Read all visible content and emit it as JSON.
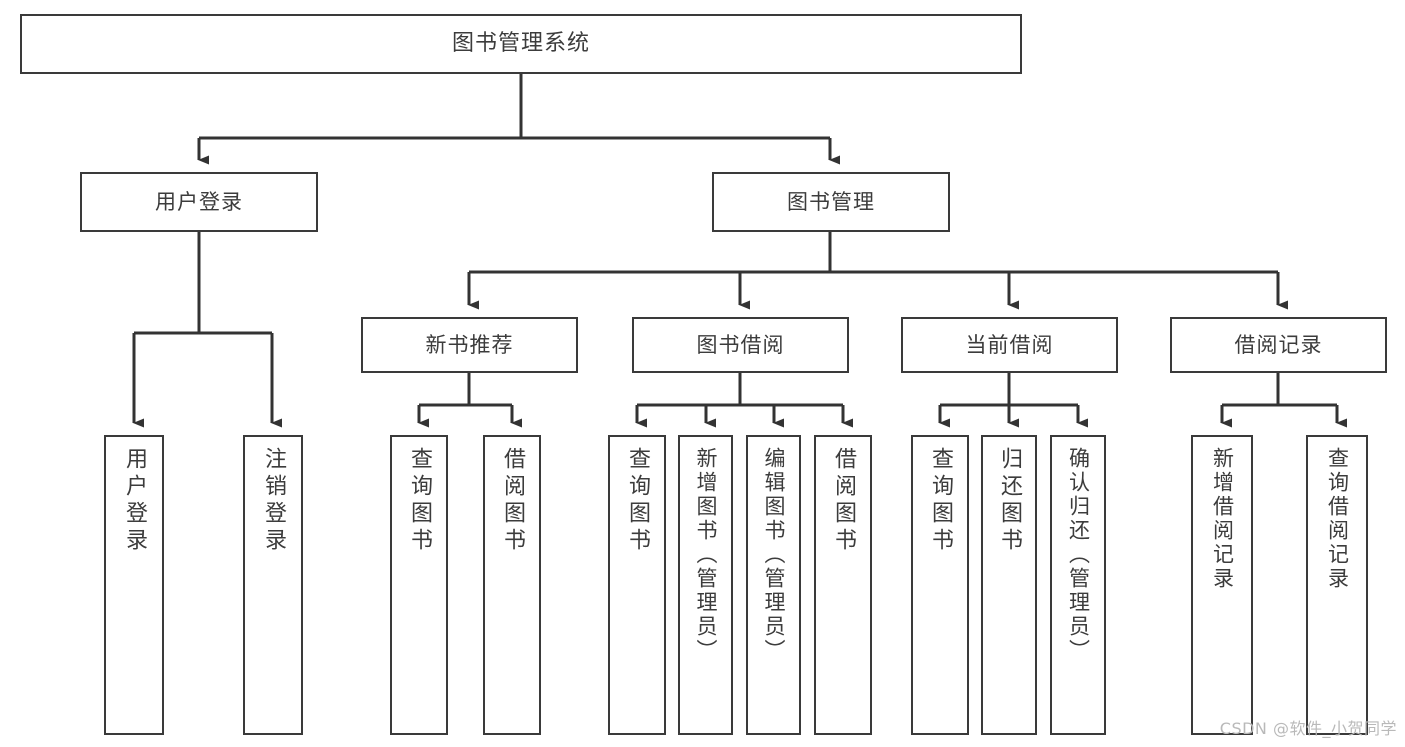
{
  "diagram": {
    "type": "tree",
    "title": "图书管理系统",
    "watermark": "CSDN @软件_小贺同学",
    "colors": {
      "box_border": "#3a3a3a",
      "box_fill": "#ffffff",
      "text": "#3c3c3c",
      "edge": "#333333",
      "watermark": "#b9b9b9",
      "background": "#ffffff"
    },
    "nodes": {
      "root": {
        "label": "图书管理系统"
      },
      "level1": [
        {
          "id": "user-login",
          "label": "用户登录"
        },
        {
          "id": "book-manage",
          "label": "图书管理"
        }
      ],
      "level2": [
        {
          "id": "new-book-recommend",
          "label": "新书推荐"
        },
        {
          "id": "book-borrow",
          "label": "图书借阅"
        },
        {
          "id": "current-borrow",
          "label": "当前借阅"
        },
        {
          "id": "borrow-record",
          "label": "借阅记录"
        }
      ],
      "leaves": {
        "user_login": [
          {
            "id": "leaf-user-login",
            "label": "用户登录"
          },
          {
            "id": "leaf-logout-login",
            "label": "注销登录"
          }
        ],
        "new_book_recommend": [
          {
            "id": "leaf-query-book-1",
            "label": "查询图书"
          },
          {
            "id": "leaf-borrow-book-1",
            "label": "借阅图书"
          }
        ],
        "book_borrow": [
          {
            "id": "leaf-query-book-2",
            "label": "查询图书"
          },
          {
            "id": "leaf-add-book-admin",
            "label": "新增图书（管理员）"
          },
          {
            "id": "leaf-edit-book-admin",
            "label": "编辑图书（管理员）"
          },
          {
            "id": "leaf-borrow-book-2",
            "label": "借阅图书"
          }
        ],
        "current_borrow": [
          {
            "id": "leaf-query-book-3",
            "label": "查询图书"
          },
          {
            "id": "leaf-return-book",
            "label": "归还图书"
          },
          {
            "id": "leaf-confirm-return-admin",
            "label": "确认归还（管理员）"
          }
        ],
        "borrow_record": [
          {
            "id": "leaf-add-borrow-record",
            "label": "新增借阅记录"
          },
          {
            "id": "leaf-query-borrow-record",
            "label": "查询借阅记录"
          }
        ]
      }
    }
  }
}
